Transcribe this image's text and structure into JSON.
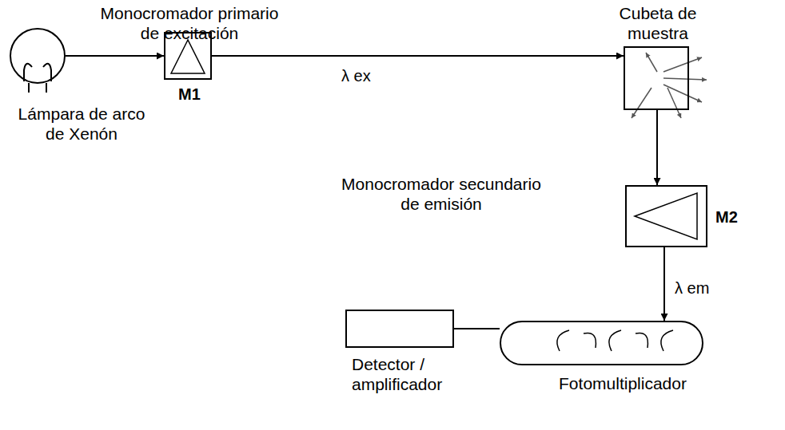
{
  "diagram": {
    "nodes": [
      {
        "text": [
          "Lámpara de arco de Xenón"
        ]
      },
      {
        "text": [
          "Monocromador primario de excitación",
          "M1"
        ]
      },
      {
        "text": [
          "Cubeta de muestra"
        ]
      },
      {
        "text": [
          "Monocromador secundario de emisión",
          "M2"
        ]
      },
      {
        "text": [
          "Fotomultiplicador"
        ]
      },
      {
        "text": [
          "Detector / amplificador"
        ]
      }
    ],
    "edges": [
      {
        "from": 0,
        "to": 1,
        "arrow": "to"
      },
      {
        "from": 1,
        "to": 2,
        "label": "λ ex",
        "arrow": "to"
      },
      {
        "from": 2,
        "to": 3,
        "arrow": "to"
      },
      {
        "from": 3,
        "to": 4,
        "label": "λ em",
        "arrow": "to"
      },
      {
        "from": 5,
        "to": 4,
        "arrow": "none"
      }
    ]
  }
}
